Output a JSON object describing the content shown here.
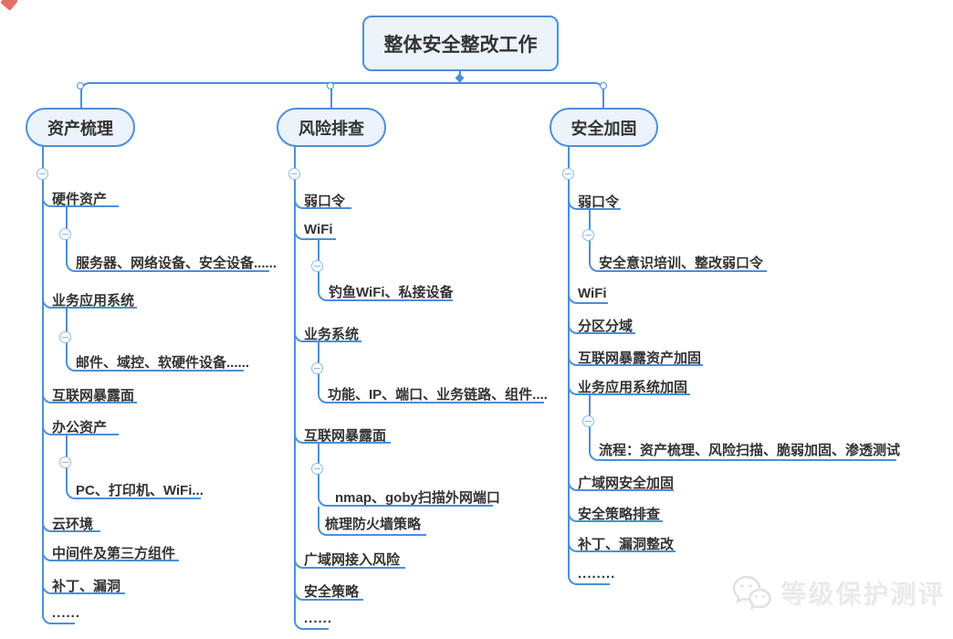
{
  "root": {
    "label": "整体安全整改工作"
  },
  "branches": [
    {
      "label": "资产梳理",
      "items": [
        {
          "label": "硬件资产",
          "children": [
            {
              "label": "服务器、网络设备、安全设备......"
            }
          ]
        },
        {
          "label": "业务应用系统",
          "children": [
            {
              "label": "邮件、域控、软硬件设备......"
            }
          ]
        },
        {
          "label": "互联网暴露面"
        },
        {
          "label": "办公资产",
          "children": [
            {
              "label": "PC、打印机、WiFi..."
            }
          ]
        },
        {
          "label": "云环境"
        },
        {
          "label": "中间件及第三方组件"
        },
        {
          "label": "补丁、漏洞"
        },
        {
          "label": "......"
        }
      ]
    },
    {
      "label": "风险排查",
      "items": [
        {
          "label": "弱口令"
        },
        {
          "label": "WiFi",
          "children": [
            {
              "label": "钓鱼WiFi、私接设备"
            }
          ]
        },
        {
          "label": "业务系统",
          "children": [
            {
              "label": "功能、IP、端口、业务链路、组件...."
            }
          ]
        },
        {
          "label": "互联网暴露面",
          "children": [
            {
              "label": "nmap、goby扫描外网端口"
            },
            {
              "label": "梳理防火墙策略"
            }
          ]
        },
        {
          "label": "广域网接入风险"
        },
        {
          "label": "安全策略"
        },
        {
          "label": "......"
        }
      ]
    },
    {
      "label": "安全加固",
      "items": [
        {
          "label": "弱口令",
          "children": [
            {
              "label": "安全意识培训、整改弱口令"
            }
          ]
        },
        {
          "label": "WiFi"
        },
        {
          "label": "分区分域"
        },
        {
          "label": "互联网暴露资产加固"
        },
        {
          "label": "业务应用系统加固",
          "children": [
            {
              "label": "流程：资产梳理、风险扫描、脆弱加固、渗透测试"
            }
          ]
        },
        {
          "label": "广域网安全加固"
        },
        {
          "label": "安全策略排查"
        },
        {
          "label": "补丁、漏洞整改"
        },
        {
          "label": "........"
        }
      ]
    }
  ],
  "watermark": {
    "label": "等级保护测评",
    "icon": "wechat-icon"
  },
  "colors": {
    "line": "#4a90d9",
    "node_fill": "#ecf3fb",
    "node_border": "#4a90d9",
    "text": "#333333",
    "collapse_icon": "#90b9e4",
    "watermark": "#ececec",
    "corner_mark": "#e2574c"
  }
}
